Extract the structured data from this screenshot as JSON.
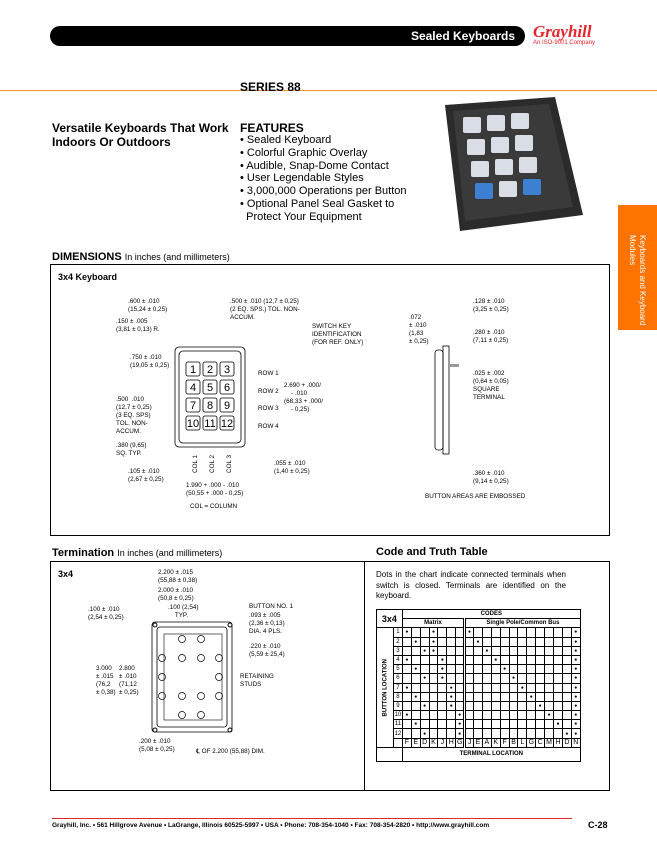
{
  "header": {
    "title": "Sealed Keyboards",
    "logo": "Grayhill",
    "logo_tag": "An ISO-9001 Company"
  },
  "series": "SERIES 88",
  "headline": "Versatile Keyboards That Work Indoors Or Outdoors",
  "features": {
    "title": "FEATURES",
    "items": [
      "• Sealed Keyboard",
      "• Colorful Graphic Overlay",
      "• Audible, Snap-Dome Contact",
      "• User Legendable Styles",
      "• 3,000,000 Operations per Button",
      "• Optional Panel Seal Gasket to",
      "  Protect Your Equipment"
    ]
  },
  "side_tab": "Keyboards and Keyboard Modules",
  "dimensions": {
    "title": "DIMENSIONS",
    "subtitle": "In inches (and millimeters)",
    "label": "3x4 Keyboard",
    "keys": [
      "1",
      "2",
      "3",
      "4",
      "5",
      "6",
      "7",
      "8",
      "9",
      "10",
      "11",
      "12"
    ],
    "rows": [
      "ROW 1",
      "ROW 2",
      "ROW 3",
      "ROW 4"
    ],
    "cols": [
      "COL 1",
      "COL 2",
      "COL 3"
    ],
    "notes": {
      "a": ".600 ± .010\n(15,24 ± 0,25)",
      "b": ".150 ± .005\n(3,81 ± 0,13) R.",
      "c": ".750 ± .010\n(19,05 ± 0,25)",
      "d": ".500  .010\n(12,7 ± 0,25)\n(3 EQ. SPS)\nTOL. NON-\nACCUM.",
      "e": ".380 (9,65)\nSQ. TYP.",
      "f": ".105 ± .010\n(2,67 ± 0,25)",
      "g": "1.990 + .000 - .010\n(50,55 + .000 - 0,25)",
      "h": "COL = COLUMN",
      "i": ".500 ± .010 (12,7 ± 0,25)\n(2 EQ. SPS.) TOL. NON-\nACCUM.",
      "j": "SWITCH KEY\nIDENTIFICATION\n(FOR REF. ONLY)",
      "k": "2.690 + .000/\n    - .010\n(68,33 + .000/\n    - 0,25)",
      "l": ".055 ± .010\n(1,40 ± 0,25)",
      "m": ".072\n± .010\n(1,83\n± 0,25)",
      "n": ".128 ± .010\n(3,25 ± 0,25)",
      "o": ".280 ± .010\n(7,11 ± 0,25)",
      "p": ".025 ± .002\n(0,64 ± 0,05)\nSQUARE\nTERMINAL",
      "q": ".360 ± .010\n(9,14 ± 0,25)",
      "r": "BUTTON AREAS ARE EMBOSSED"
    }
  },
  "termination": {
    "title": "Termination",
    "subtitle": "In inches (and millimeters)",
    "label": "3x4",
    "notes": {
      "a": "2.200 ± .015\n(55,88 ± 0,38)",
      "b": "2.000 ± .010\n(50,8 ± 0,25)",
      "c": ".100 ± .010\n(2,54 ± 0,25)",
      "d": ".100 (2,54)\n    TYP.",
      "e": "BUTTON NO. 1",
      "f": ".093 ± .005\n(2,36 ± 0,13)\nDIA. 4 PLS.",
      "g": ".220 ± .010\n(5,59 ± 25,4)",
      "h": "3.000\n± .015\n(76,2\n± 0,38)",
      "i": "2.800\n± .010\n(71,12\n± 0,25)",
      "j": "RETAINING\nSTUDS",
      "k": ".200 ± .010\n(5,08 ± 0,25)",
      "l": "℄ OF 2.200 (55,88) DIM."
    }
  },
  "truth": {
    "title": "Code and Truth Table",
    "desc": "Dots in the chart indicate connected terminals when switch is closed. Terminals are identified on the keyboard.",
    "corner": "3x4",
    "codes": "CODES",
    "matrix": "Matrix",
    "single": "Single Pole/Common Bus",
    "side": "BUTTON LOCATION",
    "bottom": "TERMINAL LOCATION",
    "terminals": [
      "F",
      "E",
      "D",
      "K",
      "J",
      "H",
      "G",
      "J",
      "E",
      "A",
      "K",
      "F",
      "B",
      "L",
      "G",
      "C",
      "M",
      "H",
      "D",
      "N"
    ],
    "rows": [
      {
        "n": "1",
        "d": [
          0,
          3,
          7,
          19
        ]
      },
      {
        "n": "2",
        "d": [
          1,
          3,
          8,
          19
        ]
      },
      {
        "n": "3",
        "d": [
          2,
          3,
          9,
          19
        ]
      },
      {
        "n": "4",
        "d": [
          0,
          4,
          10,
          19
        ]
      },
      {
        "n": "5",
        "d": [
          1,
          4,
          11,
          19
        ]
      },
      {
        "n": "6",
        "d": [
          2,
          4,
          12,
          19
        ]
      },
      {
        "n": "7",
        "d": [
          0,
          5,
          13,
          19
        ]
      },
      {
        "n": "8",
        "d": [
          1,
          5,
          14,
          19
        ]
      },
      {
        "n": "9",
        "d": [
          2,
          5,
          15,
          19
        ]
      },
      {
        "n": "10",
        "d": [
          0,
          6,
          16,
          19
        ]
      },
      {
        "n": "11",
        "d": [
          1,
          6,
          17,
          19
        ]
      },
      {
        "n": "12",
        "d": [
          2,
          6,
          18,
          19
        ]
      }
    ]
  },
  "footer": {
    "text": "Grayhill, Inc. • 561 Hillgrove Avenue • LaGrange, Illinois  60525-5997 • USA • Phone: 708-354-1040 • Fax: 708-354-2820 • http://www.grayhill.com",
    "page": "C-28"
  }
}
